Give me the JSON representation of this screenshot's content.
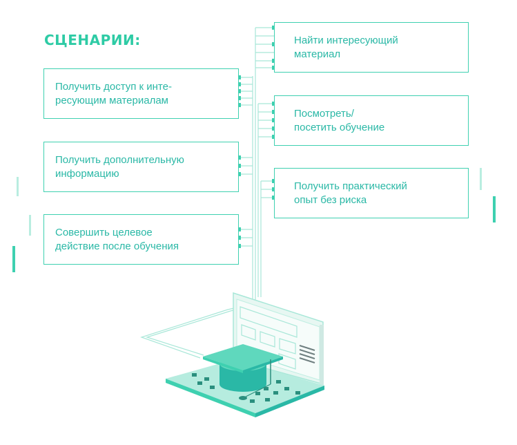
{
  "title": "СЦЕНАРИИ:",
  "left_scenarios": [
    {
      "label": "Получить доступ к инте-\nресующим материалам"
    },
    {
      "label": "Получить дополнительную\nинформацию"
    },
    {
      "label": "Совершить целевое\nдействие после обучения"
    }
  ],
  "right_scenarios": [
    {
      "label": "Найти интересующий\nматериал"
    },
    {
      "label": "Посмотреть/\nпосетить обучение"
    },
    {
      "label": "Получить практический\nопыт без риска"
    }
  ],
  "illustration": {
    "icon": "laptop-with-graduation-cap-icon"
  },
  "colors": {
    "accent": "#2ecba5",
    "text": "#2ab8a6",
    "line": "#a8e7d8"
  }
}
